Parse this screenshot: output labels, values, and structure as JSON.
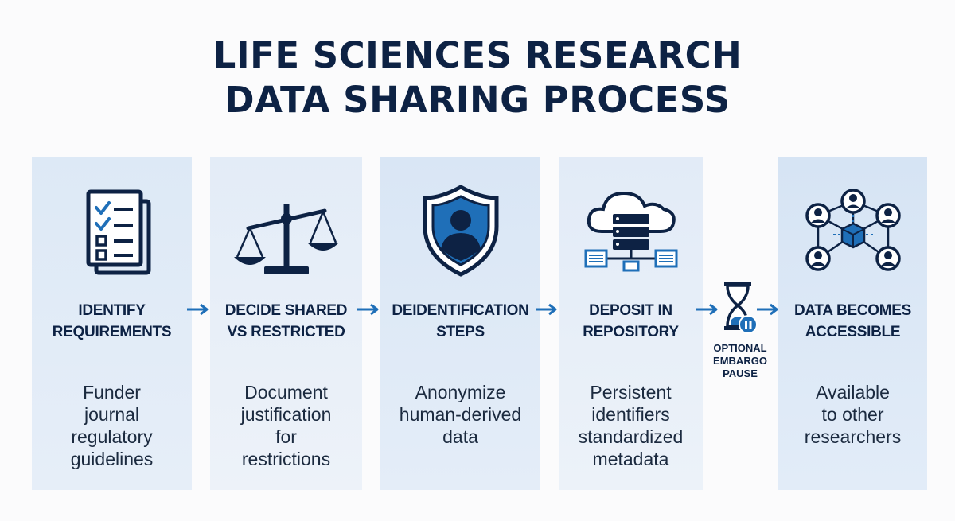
{
  "title": {
    "line1": "LIFE SCIENCES RESEARCH",
    "line2": "DATA SHARING PROCESS"
  },
  "steps": [
    {
      "icon": "checklist-document-icon",
      "heading": [
        "IDENTIFY",
        "REQUIREMENTS"
      ],
      "description": [
        "Funder",
        "journal",
        "regulatory",
        "guidelines"
      ]
    },
    {
      "icon": "balance-scale-icon",
      "heading": [
        "DECIDE SHARED",
        "VS RESTRICTED"
      ],
      "description": [
        "Document",
        "justification",
        "for",
        "restrictions"
      ]
    },
    {
      "icon": "shield-person-icon",
      "heading": [
        "DEIDENTIFICATION",
        "STEPS"
      ],
      "description": [
        "Anonymize",
        "human-derived",
        "data"
      ]
    },
    {
      "icon": "cloud-server-icon",
      "heading": [
        "DEPOSIT IN",
        "REPOSITORY"
      ],
      "description": [
        "Persistent",
        "identifiers",
        "standardized",
        "metadata"
      ]
    },
    {
      "icon": "network-people-icon",
      "heading": [
        "DATA BECOMES",
        "ACCESSIBLE"
      ],
      "description": [
        "Available",
        "to other",
        "researchers"
      ]
    }
  ],
  "embargo": {
    "icon": "hourglass-pause-icon",
    "label": [
      "OPTIONAL",
      "EMBARGO",
      "PAUSE"
    ]
  },
  "colors": {
    "navy": "#0d2244",
    "accent_blue": "#1f6fb8",
    "card_bg": "#e2ebf7"
  }
}
